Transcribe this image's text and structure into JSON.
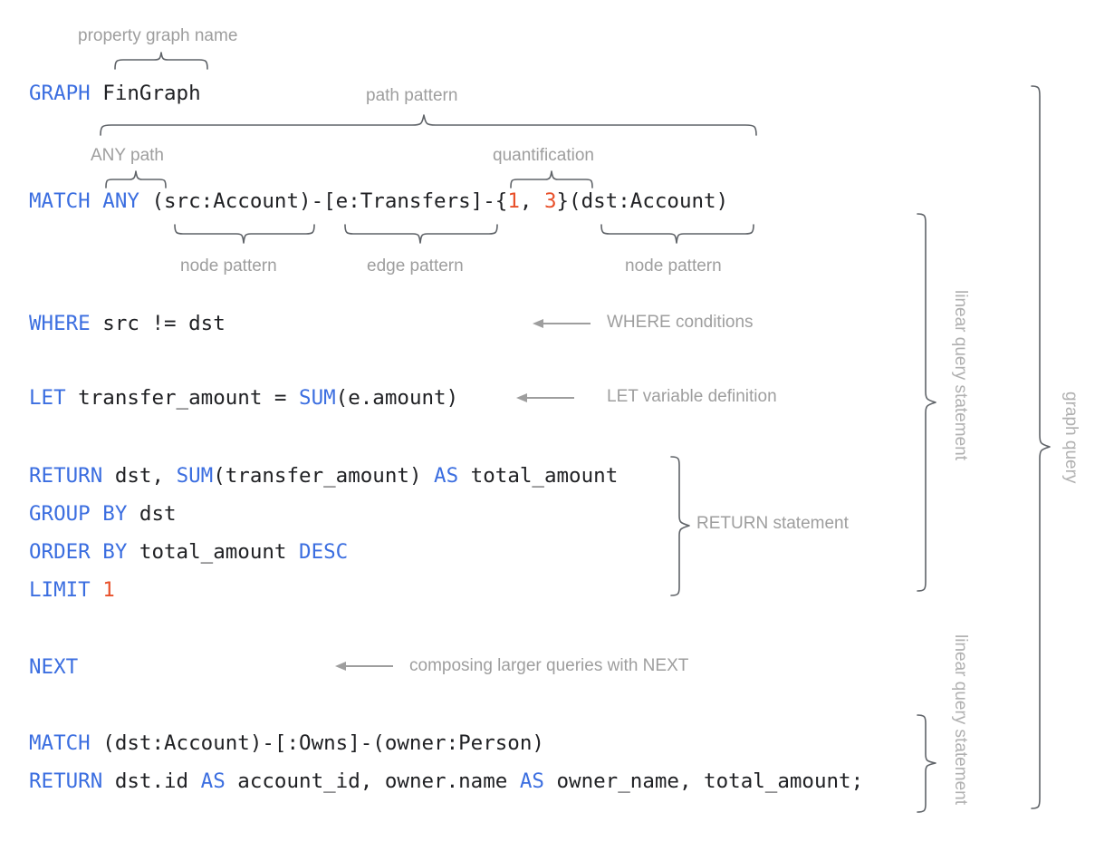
{
  "title": "GQL graph query anatomy diagram",
  "colors": {
    "keyword": "#3b6ee0",
    "number": "#e8502a",
    "plain": "#202124",
    "annotation": "#9e9e9e",
    "brace": "#5f6368",
    "background": "#ffffff"
  },
  "code_lines": [
    {
      "id": "graph",
      "tokens": [
        {
          "t": "GRAPH",
          "k": "kw"
        },
        {
          "t": " FinGraph",
          "k": "pl"
        }
      ]
    },
    {
      "id": "match1",
      "tokens": [
        {
          "t": "MATCH",
          "k": "kw"
        },
        {
          "t": " ",
          "k": "pl"
        },
        {
          "t": "ANY",
          "k": "kw"
        },
        {
          "t": " (src:Account)-[e:Transfers]-{",
          "k": "pl"
        },
        {
          "t": "1",
          "k": "num"
        },
        {
          "t": ", ",
          "k": "pl"
        },
        {
          "t": "3",
          "k": "num"
        },
        {
          "t": "}(dst:Account)",
          "k": "pl"
        }
      ]
    },
    {
      "id": "where",
      "tokens": [
        {
          "t": "WHERE",
          "k": "kw"
        },
        {
          "t": " src != dst",
          "k": "pl"
        }
      ]
    },
    {
      "id": "let",
      "tokens": [
        {
          "t": "LET",
          "k": "kw"
        },
        {
          "t": " transfer_amount = ",
          "k": "pl"
        },
        {
          "t": "SUM",
          "k": "kw"
        },
        {
          "t": "(e.amount)",
          "k": "pl"
        }
      ]
    },
    {
      "id": "return1",
      "tokens": [
        {
          "t": "RETURN",
          "k": "kw"
        },
        {
          "t": " dst, ",
          "k": "pl"
        },
        {
          "t": "SUM",
          "k": "kw"
        },
        {
          "t": "(transfer_amount) ",
          "k": "pl"
        },
        {
          "t": "AS",
          "k": "kw"
        },
        {
          "t": " total_amount",
          "k": "pl"
        }
      ]
    },
    {
      "id": "groupby",
      "tokens": [
        {
          "t": "GROUP BY",
          "k": "kw"
        },
        {
          "t": " dst",
          "k": "pl"
        }
      ]
    },
    {
      "id": "orderby",
      "tokens": [
        {
          "t": "ORDER BY",
          "k": "kw"
        },
        {
          "t": " total_amount ",
          "k": "pl"
        },
        {
          "t": "DESC",
          "k": "kw"
        }
      ]
    },
    {
      "id": "limit",
      "tokens": [
        {
          "t": "LIMIT",
          "k": "kw"
        },
        {
          "t": " ",
          "k": "pl"
        },
        {
          "t": "1",
          "k": "num"
        }
      ]
    },
    {
      "id": "next",
      "tokens": [
        {
          "t": "NEXT",
          "k": "kw"
        }
      ]
    },
    {
      "id": "match2",
      "tokens": [
        {
          "t": "MATCH",
          "k": "kw"
        },
        {
          "t": " (dst:Account)-[:Owns]-(owner:Person)",
          "k": "pl"
        }
      ]
    },
    {
      "id": "return2",
      "tokens": [
        {
          "t": "RETURN",
          "k": "kw"
        },
        {
          "t": " dst.id ",
          "k": "pl"
        },
        {
          "t": "AS",
          "k": "kw"
        },
        {
          "t": " account_id, owner.name ",
          "k": "pl"
        },
        {
          "t": "AS",
          "k": "kw"
        },
        {
          "t": " owner_name, total_amount;",
          "k": "pl"
        }
      ]
    }
  ],
  "code_text": {
    "graph": "GRAPH FinGraph",
    "match1": "MATCH ANY (src:Account)-[e:Transfers]-{1, 3}(dst:Account)",
    "where": "WHERE src != dst",
    "let": "LET transfer_amount = SUM(e.amount)",
    "return1": "RETURN dst, SUM(transfer_amount) AS total_amount",
    "groupby": "GROUP BY dst",
    "orderby": "ORDER BY total_amount DESC",
    "limit": "LIMIT 1",
    "next": "NEXT",
    "match2": "MATCH (dst:Account)-[:Owns]-(owner:Person)",
    "return2": "RETURN dst.id AS account_id, owner.name AS owner_name, total_amount;"
  },
  "annotations": {
    "property_graph_name": "property graph name",
    "path_pattern": "path pattern",
    "any_path": "ANY path",
    "quantification": "quantification",
    "node_pattern_left": "node pattern",
    "edge_pattern": "edge pattern",
    "node_pattern_right": "node pattern",
    "where_conditions": "WHERE conditions",
    "let_variable_definition": "LET variable definition",
    "return_statement": "RETURN statement",
    "composing_with_next": "composing larger queries with NEXT",
    "linear_query_statement_1": "linear query statement",
    "linear_query_statement_2": "linear query statement",
    "graph_query": "graph query"
  }
}
